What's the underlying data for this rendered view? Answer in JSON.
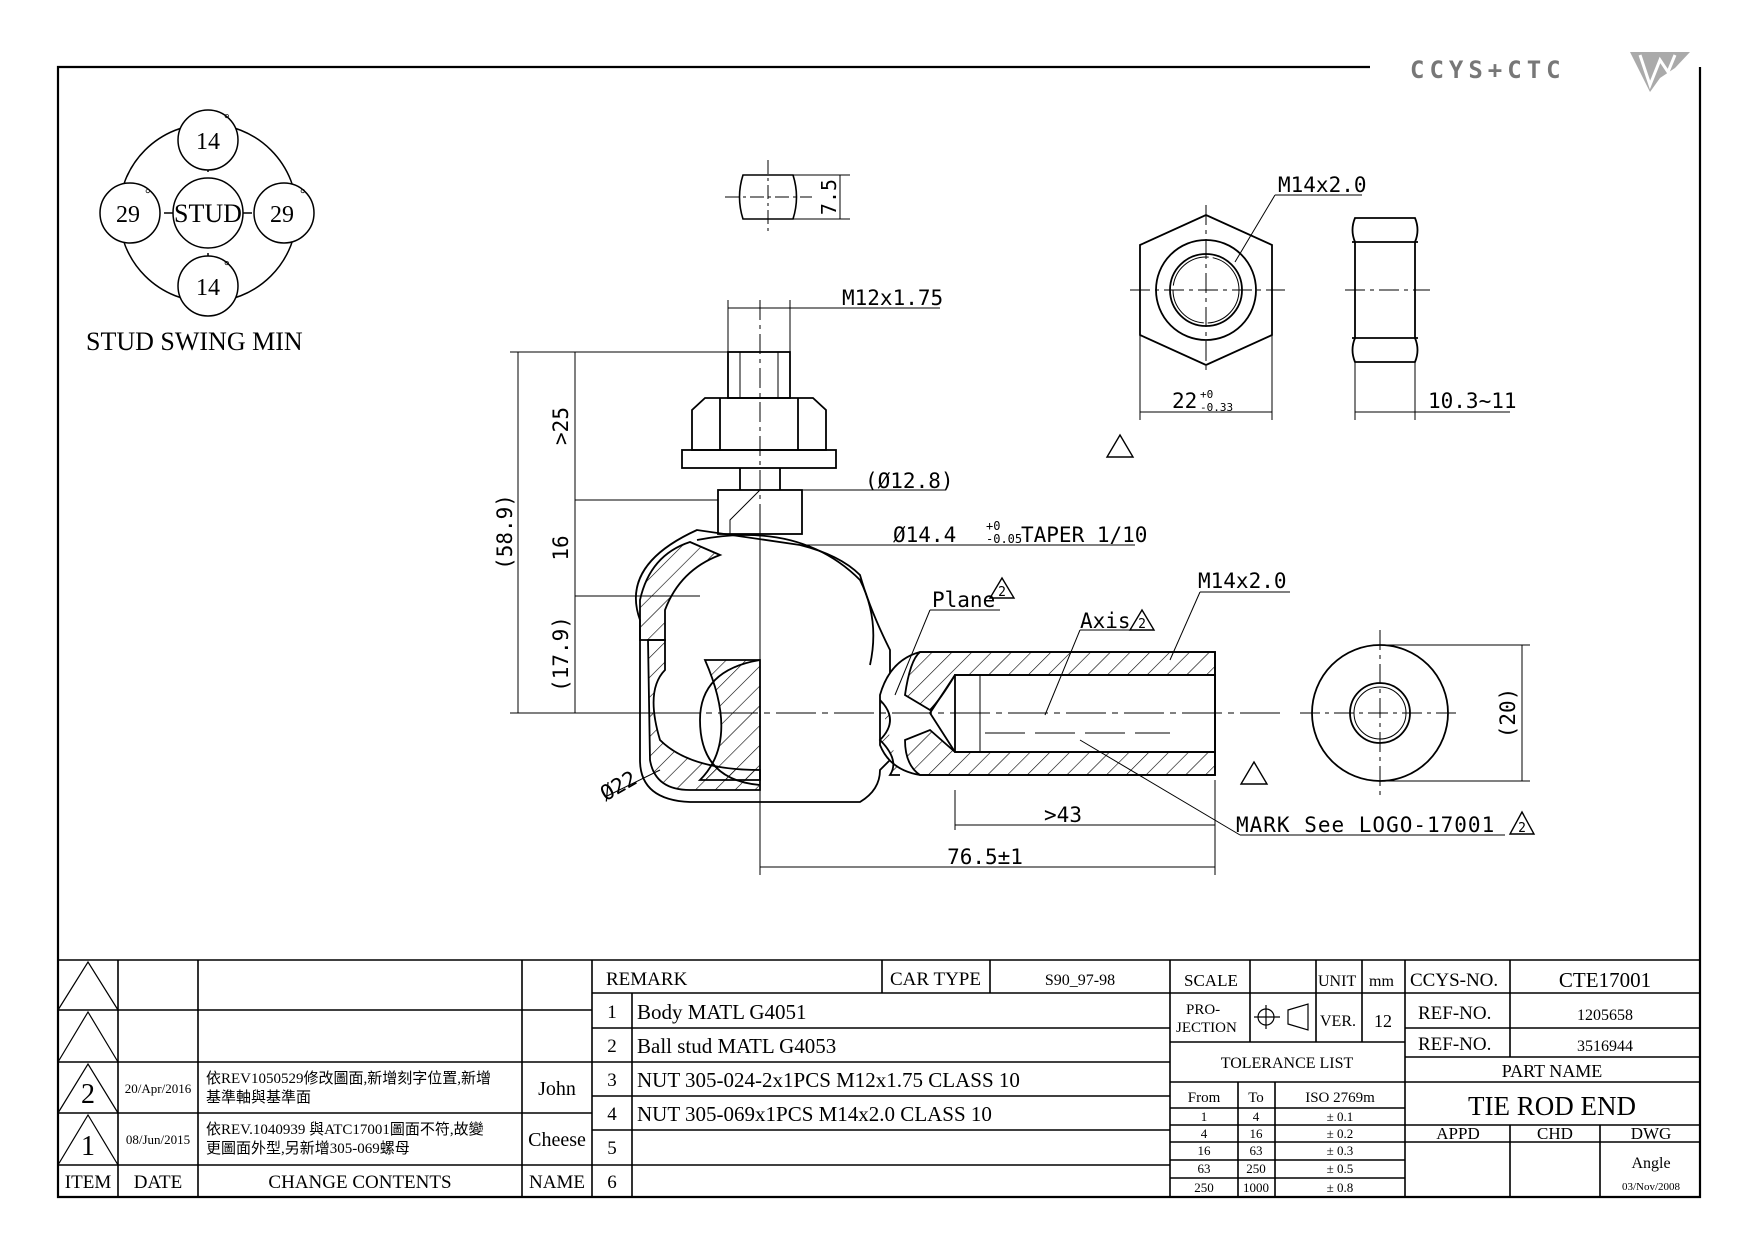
{
  "logo": {
    "text": "CCYS+CTC"
  },
  "swing": {
    "title": "STUD SWING MIN",
    "center": "STUD",
    "top": "14",
    "bottom": "14",
    "left": "29",
    "right": "29",
    "deg": "°"
  },
  "dims": {
    "flat": "7.5",
    "thread_stud": "M12x1.75",
    "d_neck": "(Ø12.8)",
    "taper_a": "Ø14.4",
    "taper_tol_up": "+0",
    "taper_tol_lo": "-0.05",
    "taper_b": "TAPER 1/10",
    "h_total": "(58.9)",
    "h_25": ">25",
    "h_16": "16",
    "h_179": "(17.9)",
    "ball": "Ø22",
    "plane": "Plane",
    "axis": "Axis",
    "thread_body": "M14x2.0",
    "len43": ">43",
    "len765": "76.5±1",
    "mark": "MARK See LOGO-17001",
    "d20": "(20)",
    "nut_thread": "M14x2.0",
    "nut_af": "22",
    "nut_af_up": "+0",
    "nut_af_lo": "-0.33",
    "nut_h": "10.3~11",
    "rev_mark": "2"
  },
  "revisions": {
    "headers": {
      "item": "ITEM",
      "date": "DATE",
      "contents": "CHANGE CONTENTS",
      "name": "NAME"
    },
    "rows": [
      {
        "item": "2",
        "date": "20/Apr/2016",
        "line1": "依REV1050529修改圖面,新增刻字位置,新增",
        "line2": "基準軸與基準面",
        "name": "John"
      },
      {
        "item": "1",
        "date": "08/Jun/2015",
        "line1": "依REV.1040939 與ATC17001圖面不符,故變",
        "line2": "更圖面外型,另新增305-069螺母",
        "name": "Cheese"
      }
    ]
  },
  "remarks": {
    "header": "REMARK",
    "car_type_label": "CAR TYPE",
    "car_type": "S90_97-98",
    "items": [
      {
        "no": "1",
        "text": "Body MATL G4051"
      },
      {
        "no": "2",
        "text": "Ball stud MATL G4053"
      },
      {
        "no": "3",
        "text": "NUT 305-024-2x1PCS M12x1.75 CLASS 10"
      },
      {
        "no": "4",
        "text": "NUT 305-069x1PCS M14x2.0 CLASS 10"
      },
      {
        "no": "5",
        "text": ""
      },
      {
        "no": "6",
        "text": ""
      }
    ]
  },
  "scale_block": {
    "scale": "SCALE",
    "unit": "UNIT",
    "unit_val": "mm",
    "projection1": "PRO-",
    "projection2": "JECTION",
    "ver": "VER.",
    "ver_val": "12",
    "tol_title": "TOLERANCE LIST",
    "tol_from": "From",
    "tol_to": "To",
    "tol_iso": "ISO 2769m",
    "tol_rows": [
      [
        "1",
        "4",
        "± 0.1"
      ],
      [
        "4",
        "16",
        "± 0.2"
      ],
      [
        "16",
        "63",
        "± 0.3"
      ],
      [
        "63",
        "250",
        "± 0.5"
      ],
      [
        "250",
        "1000",
        "± 0.8"
      ]
    ]
  },
  "title_block": {
    "ccys_label": "CCYS-NO.",
    "ccys_val": "CTE17001",
    "ref1_label": "REF-NO.",
    "ref1_val": "1205658",
    "ref2_label": "REF-NO.",
    "ref2_val": "3516944",
    "part_name_label": "PART NAME",
    "part_name": "TIE ROD END",
    "appd": "APPD",
    "chd": "CHD",
    "dwg": "DWG",
    "dwg_by": "Angle",
    "date": "03/Nov/2008"
  }
}
